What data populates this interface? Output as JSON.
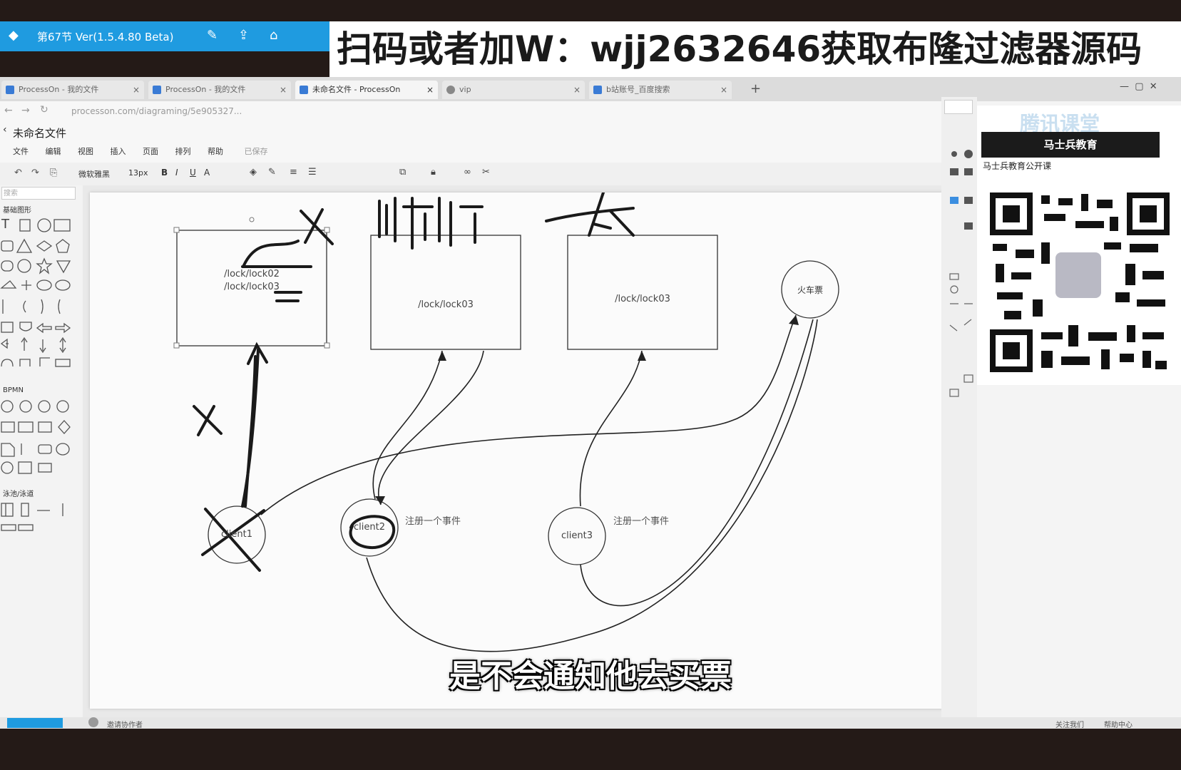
{
  "player": {
    "title": "第67节 Ver(1.5.4.80 Beta)"
  },
  "banner": {
    "text": "扫码或者加W：wjj2632646获取布隆过滤器源码"
  },
  "browser": {
    "tabs": [
      {
        "label": "ProcessOn - 我的文件"
      },
      {
        "label": "ProcessOn - 我的文件"
      },
      {
        "label": "未命名文件 - ProcessOn"
      },
      {
        "label": "vip"
      },
      {
        "label": "b站账号_百度搜索"
      }
    ],
    "url": "processon.com/diagraming/5e905327..."
  },
  "app": {
    "file_title": "未命名文件",
    "menu": [
      "文件",
      "编辑",
      "视图",
      "插入",
      "页面",
      "排列",
      "帮助"
    ],
    "saved_status": "已保存",
    "font": "微软雅黑",
    "font_size": "13px"
  },
  "left_panel": {
    "search_placeholder": "搜索",
    "section_basic": "基础图形",
    "section_bpmn": "BPMN",
    "section_lanes": "泳池/泳道"
  },
  "diagram": {
    "box1_line1": "/lock/lock02",
    "box1_line2": "/lock/lock03",
    "box2_text": "/lock/lock03",
    "box3_text": "/lock/lock03",
    "train_ticket": "火车票",
    "client1": "client1",
    "client2": "client2",
    "client3": "client3",
    "register_event_1": "注册一个事件",
    "register_event_2": "注册一个事件"
  },
  "sidebar": {
    "logo": "腾讯课堂",
    "brand": "马士兵教育",
    "caption": "马士兵教育公开课"
  },
  "statusbar": {
    "invite": "邀请协作者",
    "follow": "关注我们",
    "help": "帮助中心"
  },
  "subtitle": "是不会通知他去买票"
}
